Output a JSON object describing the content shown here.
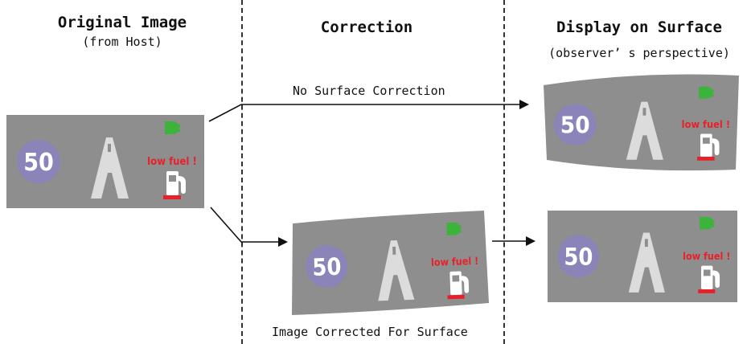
{
  "columns": {
    "original": {
      "title": "Original Image",
      "subtitle": "(from Host)"
    },
    "correction": {
      "title": "Correction"
    },
    "display": {
      "title": "Display on Surface",
      "subtitle": "(observer’ s perspective)"
    }
  },
  "arrows": {
    "top_label": "No Surface Correction",
    "bottom_label": "Image Corrected For Surface"
  },
  "panel": {
    "speed": "50",
    "warning": "low fuel !"
  },
  "colors": {
    "panel_bg": "#8e8e8e",
    "sign": "#8a84b8",
    "road": "#dcdcdc",
    "warning": "#e8202a",
    "lamp": "#3cb43c"
  },
  "icons": [
    "speed-limit-sign-icon",
    "road-icon",
    "engine-lamp-icon",
    "fuel-pump-icon",
    "arrow-right-icon"
  ]
}
